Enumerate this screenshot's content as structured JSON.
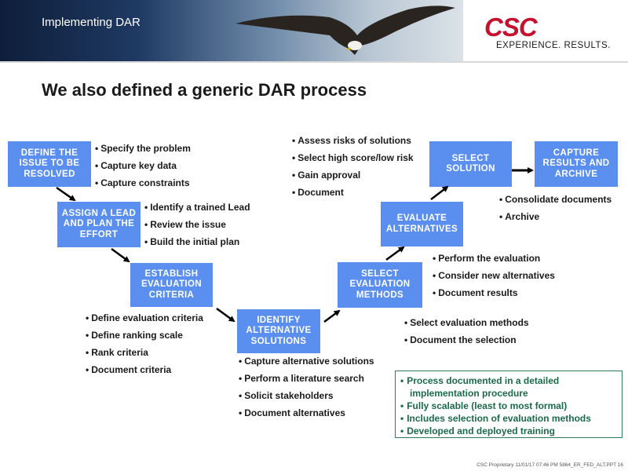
{
  "header": {
    "title": "Implementing DAR",
    "logo_text": "CSC",
    "tagline": "EXPERIENCE. RESULTS."
  },
  "slide_title": "We also defined a generic DAR process",
  "steps": [
    {
      "label": "DEFINE THE\nISSUE TO BE\nRESOLVED",
      "bullets": [
        "Specify the problem",
        "Capture key data",
        "Capture constraints"
      ]
    },
    {
      "label": "ASSIGN A LEAD\nAND PLAN THE\nEFFORT",
      "bullets": [
        "Identify a trained Lead",
        "Review the issue",
        "Build the initial plan"
      ]
    },
    {
      "label": "ESTABLISH\nEVALUATION\nCRITERIA",
      "bullets": [
        "Define evaluation criteria",
        "Define ranking scale",
        "Rank criteria",
        "Document criteria"
      ]
    },
    {
      "label": "IDENTIFY\nALTERNATIVE\nSOLUTIONS",
      "bullets": [
        "Capture alternative solutions",
        "Perform a literature search",
        "Solicit stakeholders",
        "Document alternatives"
      ]
    },
    {
      "label": "SELECT\nEVALUATION\nMETHODS",
      "bullets": [
        "Select evaluation methods",
        "Document the selection"
      ]
    },
    {
      "label": "EVALUATE\nALTERNATIVES",
      "bullets": [
        "Perform the evaluation",
        "Consider new alternatives",
        "Document results"
      ]
    },
    {
      "label": "SELECT\nSOLUTION",
      "bullets": [
        "Assess risks of solutions",
        "Select high score/low risk",
        "Gain approval",
        "Document"
      ]
    },
    {
      "label": "CAPTURE\nRESULTS AND\nARCHIVE",
      "bullets": [
        "Consolidate documents",
        "Archive"
      ]
    }
  ],
  "summary": [
    "Process documented in a detailed\nimplementation procedure",
    "Fully scalable (least to most formal)",
    "Includes selection of evaluation methods",
    "Developed and deployed training"
  ],
  "footer": "CSC Proprietary 11/01/17 07:46 PM 5864_ER_FED_ALT.PPT 16",
  "colors": {
    "box": "#5a8ff0",
    "logo": "#c4122f",
    "note": "#1a6a4c"
  }
}
